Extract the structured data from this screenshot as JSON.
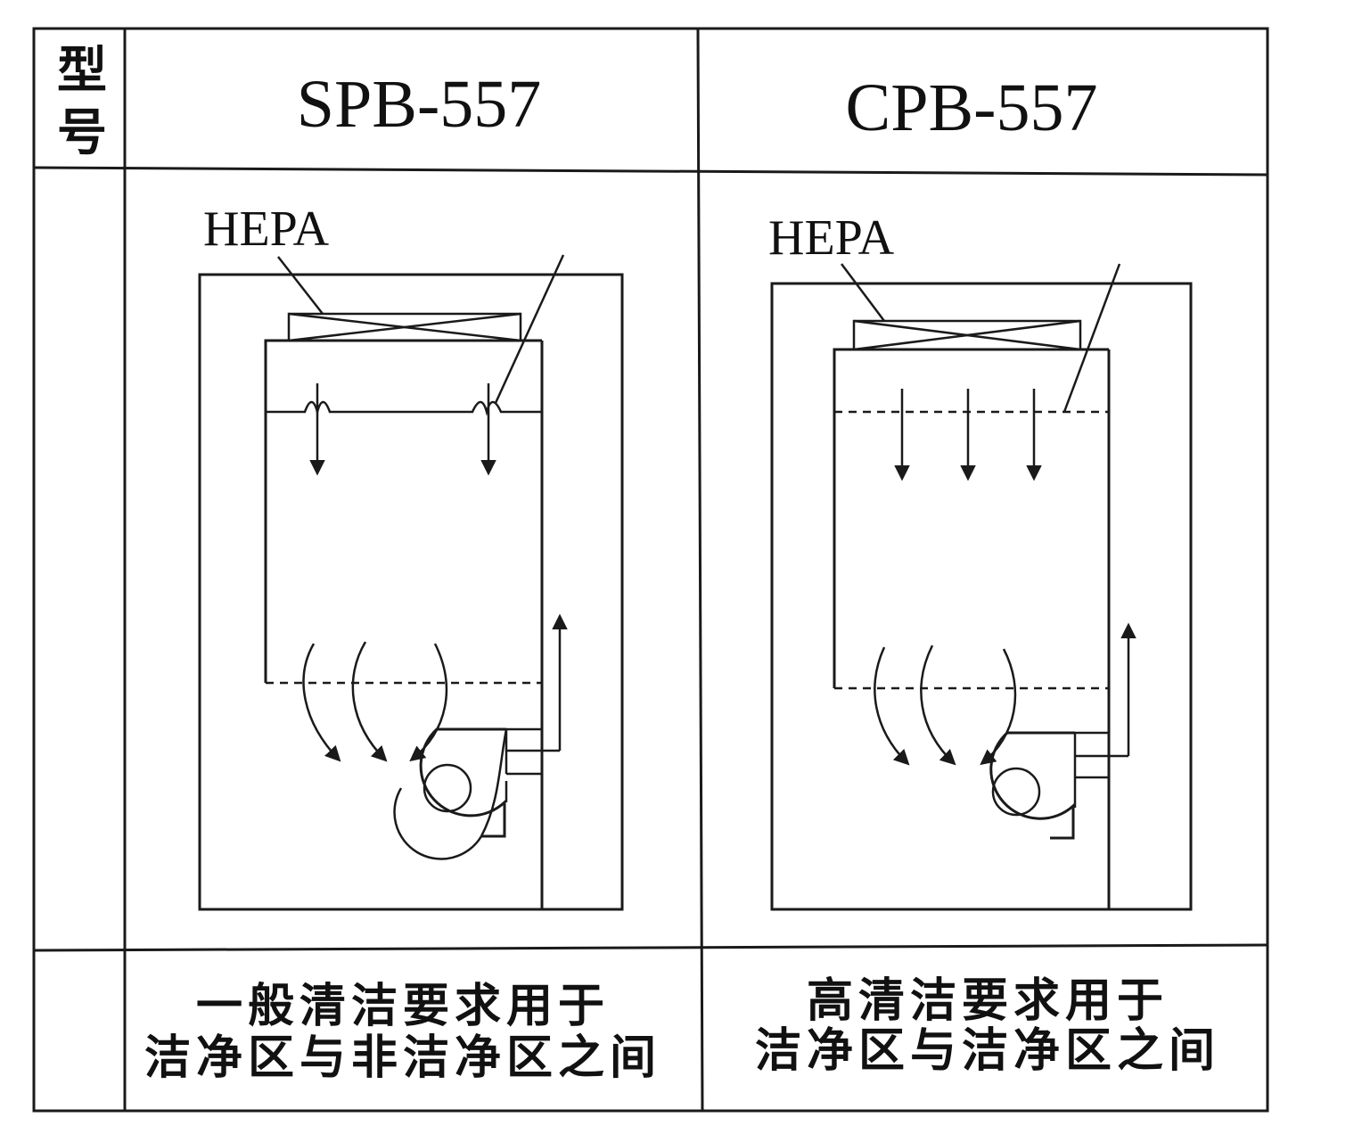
{
  "table": {
    "header_label": "型号",
    "models": [
      {
        "name": "SPB-557",
        "filter_label": "HEPA",
        "description_line1": "一般清洁要求用于",
        "description_line2": "洁净区与非洁净区之间"
      },
      {
        "name": "CPB-557",
        "filter_label": "HEPA",
        "description_line1": "高清洁要求用于",
        "description_line2": "洁净区与洁净区之间"
      }
    ]
  },
  "colors": {
    "ink": "#1a1a1a",
    "paper": "#ffffff"
  }
}
